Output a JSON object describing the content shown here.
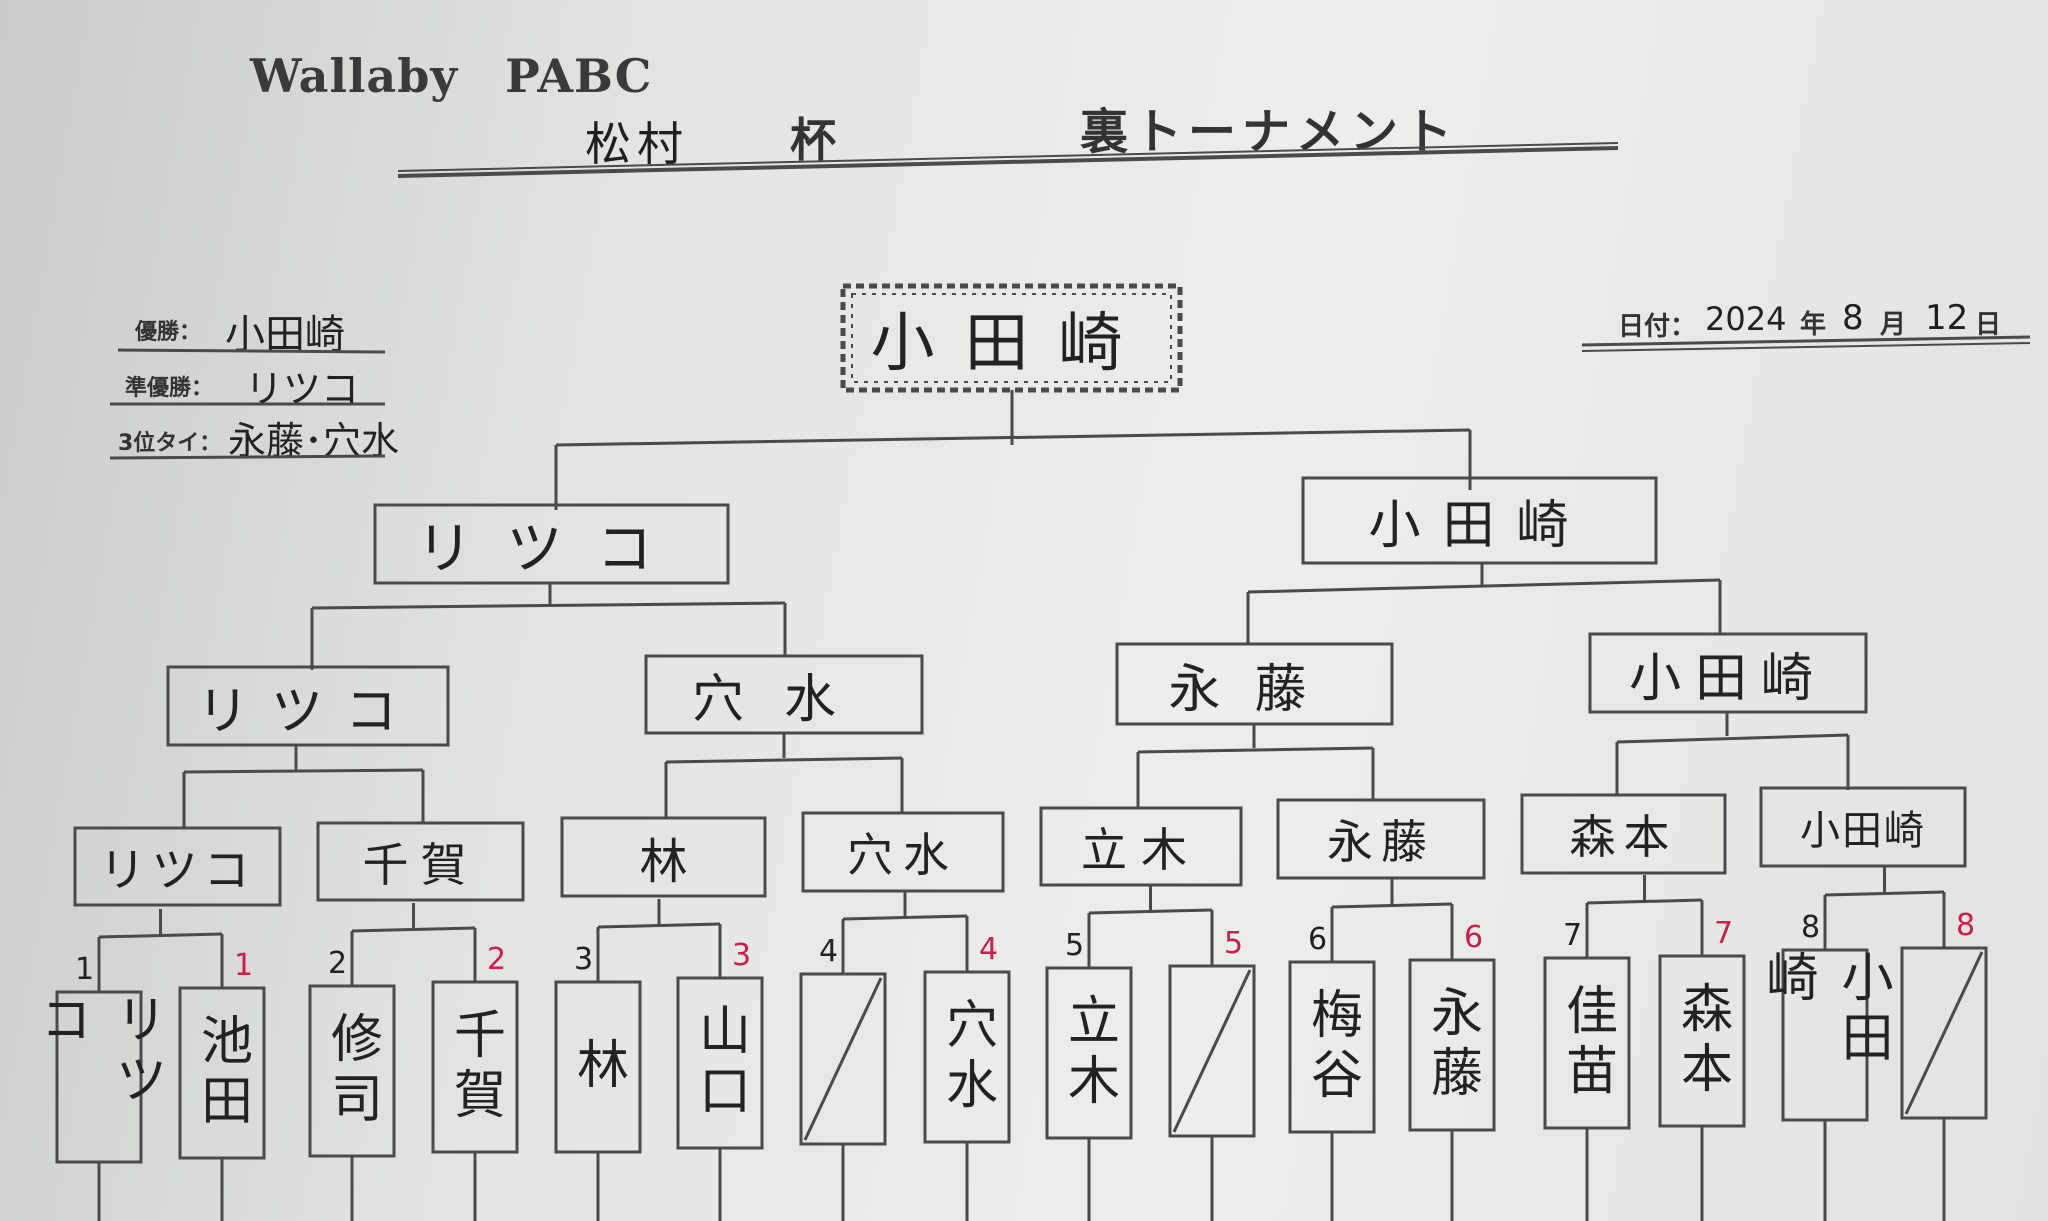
{
  "header": {
    "org": "Wallaby　PABC",
    "cup_name": "松村",
    "cup_suffix": "杯",
    "tournament_type": "裏トーナメント"
  },
  "date": {
    "label": "日付：",
    "year": "2024",
    "year_unit": "年",
    "month": "8",
    "month_unit": "月",
    "day": "12",
    "day_unit": "日"
  },
  "results": {
    "winner_label": "優勝：",
    "winner": "小田崎",
    "runner_up_label": "準優勝：",
    "runner_up": "リツコ",
    "third_label": "3位タイ：",
    "third": "永藤･穴水"
  },
  "bracket": {
    "champion": "小田崎",
    "semi_left": "リツコ",
    "semi_right": "小田崎",
    "quarter": [
      "リツコ",
      "穴水",
      "永藤",
      "小田崎"
    ],
    "round2": [
      "リツコ",
      "千賀",
      "林",
      "穴水",
      "立木",
      "永藤",
      "森本",
      "小田崎"
    ],
    "players": [
      "リツコ",
      "池田",
      "修司",
      "千賀",
      "林",
      "山口",
      "",
      "穴水",
      "立木",
      "",
      "梅谷",
      "永藤",
      "佳苗",
      "森本",
      "小田崎",
      ""
    ],
    "seed_numbers": [
      "1",
      "1",
      "2",
      "2",
      "3",
      "3",
      "4",
      "4",
      "5",
      "5",
      "6",
      "6",
      "7",
      "7",
      "8",
      "8"
    ]
  }
}
